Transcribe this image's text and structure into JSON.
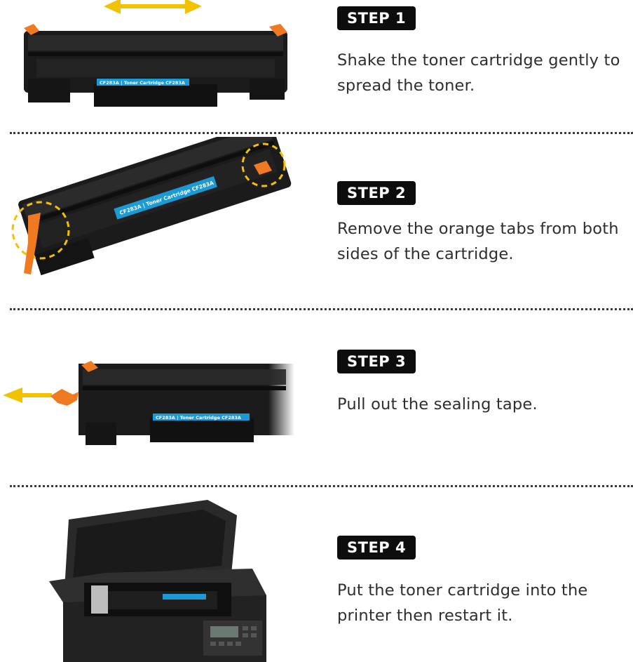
{
  "steps": [
    {
      "badge": "STEP 1",
      "text": "Shake the toner cartridge gently to spread the toner.",
      "label": "CF283A  |  Toner Cartridge CF283A"
    },
    {
      "badge": "STEP 2",
      "text": "Remove the orange tabs from both sides of the cartridge.",
      "label": "CF283A  |  Toner Cartridge CF283A"
    },
    {
      "badge": "STEP 3",
      "text": "Pull out the sealing tape.",
      "label": "CF283A  |  Toner Cartridge CF283A"
    },
    {
      "badge": "STEP 4",
      "text": "Put the toner cartridge into the printer then restart it."
    }
  ],
  "colors": {
    "accent_orange": "#f07a22",
    "arrow_yellow": "#f2c200",
    "label_blue": "#1c9ad6",
    "badge_bg": "#0d0d0d"
  }
}
